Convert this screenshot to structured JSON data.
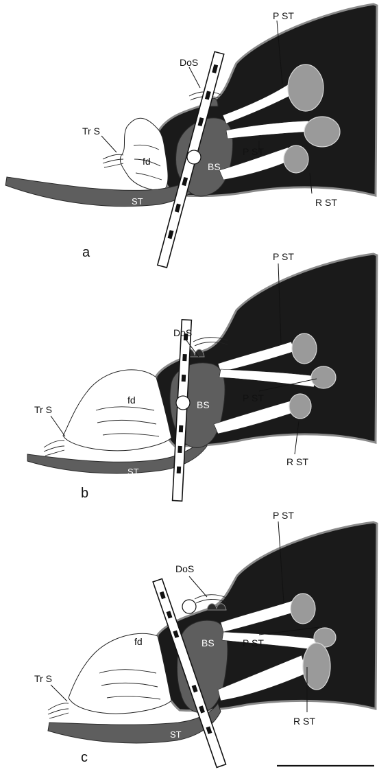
{
  "labels": {
    "PST": "P ST",
    "RST": "R ST",
    "DoS": "DoS",
    "TrS": "Tr S",
    "fd": "fd",
    "BS": "BS",
    "ST": "ST"
  },
  "panels": [
    {
      "id": "a",
      "label": "a"
    },
    {
      "id": "b",
      "label": "b"
    },
    {
      "id": "c",
      "label": "c"
    }
  ],
  "colors": {
    "body_fill": "#1a1a1a",
    "body_outline": "#8a8a8a",
    "sclerite_gray": "#5e5e5e",
    "muscle_head": "#9a9a9a",
    "background": "#ffffff"
  },
  "scale_bar": {
    "label": ""
  }
}
